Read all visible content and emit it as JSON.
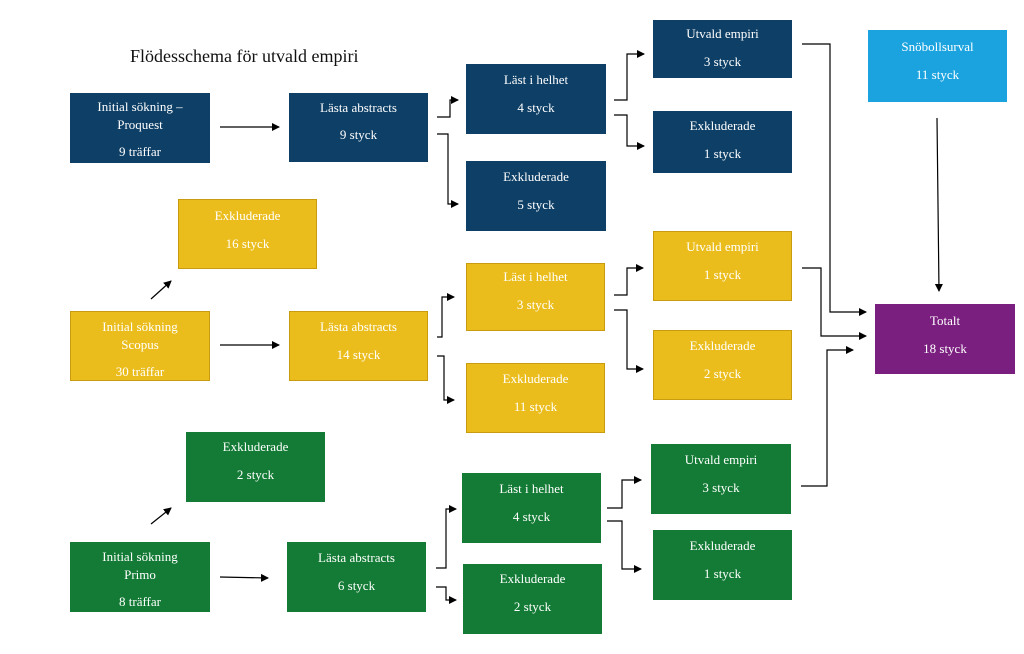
{
  "title": "Flödesschema för utvald empiri",
  "nodes": {
    "pq_search": {
      "line1": "Initial sökning –",
      "line2": "Proquest",
      "line3": "9 träffar"
    },
    "pq_abs": {
      "line1": "Lästa abstracts",
      "line2": "9 styck"
    },
    "pq_read": {
      "line1": "Läst i helhet",
      "line2": "4 styck"
    },
    "pq_excl_abs": {
      "line1": "Exkluderade",
      "line2": "5 styck"
    },
    "pq_sel": {
      "line1": "Utvald empiri",
      "line2": "3 styck"
    },
    "pq_excl_read": {
      "line1": "Exkluderade",
      "line2": "1 styck"
    },
    "snowball": {
      "line1": "Snöbollsurval",
      "line2": "11 styck"
    },
    "total": {
      "line1": "Totalt",
      "line2": "18 styck"
    },
    "sc_excl_search": {
      "line1": "Exkluderade",
      "line2": "16 styck"
    },
    "sc_search": {
      "line1": "Initial sökning",
      "line2": "Scopus",
      "line3": "30 träffar"
    },
    "sc_abs": {
      "line1": "Lästa abstracts",
      "line2": "14 styck"
    },
    "sc_read": {
      "line1": "Läst i helhet",
      "line2": "3 styck"
    },
    "sc_excl_abs": {
      "line1": "Exkluderade",
      "line2": "11 styck"
    },
    "sc_sel": {
      "line1": "Utvald empiri",
      "line2": "1 styck"
    },
    "sc_excl_read": {
      "line1": "Exkluderade",
      "line2": "2 styck"
    },
    "pr_excl_search": {
      "line1": "Exkluderade",
      "line2": "2 styck"
    },
    "pr_search": {
      "line1": "Initial sökning",
      "line2": "Primo",
      "line3": "8 träffar"
    },
    "pr_abs": {
      "line1": "Lästa abstracts",
      "line2": "6 styck"
    },
    "pr_read": {
      "line1": "Läst i helhet",
      "line2": "4 styck"
    },
    "pr_excl_abs": {
      "line1": "Exkluderade",
      "line2": "2 styck"
    },
    "pr_sel": {
      "line1": "Utvald empiri",
      "line2": "3 styck"
    },
    "pr_excl_read": {
      "line1": "Exkluderade",
      "line2": "1 styck"
    }
  },
  "colors": {
    "proquest": "#0e3f66",
    "scopus": "#ebbd1c",
    "primo": "#137b35",
    "snowball": "#1aa3df",
    "total": "#7a1f7f"
  }
}
